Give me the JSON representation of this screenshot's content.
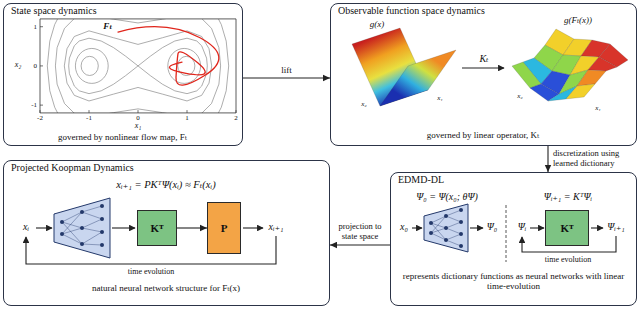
{
  "diagram": {
    "nodes": [
      {
        "text": [
          "State space dynamics",
          "governed by nonlinear flow map, Fₜ"
        ]
      },
      {
        "text": [
          "Observable function space dynamics",
          "governed by linear operator, Kₜ"
        ]
      },
      {
        "text": [
          "Projected Koopman Dynamics",
          "natural neural network structure for Fₜ(x)"
        ]
      },
      {
        "text": [
          "Kᵀ"
        ],
        "in": 2
      },
      {
        "text": [
          "P"
        ],
        "in": 2
      },
      {
        "text": [
          "EDMD-DL",
          "represents dictionary functions as neural networks with linear time-evolution"
        ]
      },
      {
        "text": [
          "Kᵀ"
        ],
        "in": 5
      }
    ],
    "edges": [
      {
        "from": 0,
        "to": 1,
        "arrow": "to",
        "label": "lift"
      },
      {
        "from": 1,
        "to": 5,
        "arrow": "to",
        "label": "discretization using learned dictionary"
      },
      {
        "from": 5,
        "to": 2,
        "arrow": "to",
        "label": "projection to state space"
      },
      {
        "from": 3,
        "to": 4,
        "arrow": "to"
      }
    ],
    "labels": [
      "Fₜ",
      "-2",
      "-1",
      "0",
      "1",
      "2",
      "1",
      "0",
      "-1",
      "x₁",
      "x₂",
      "g(x)",
      "g(Fₜ(x))",
      "Kₜ",
      "x₁",
      "x₂",
      "x₁",
      "x₂",
      "xᵢ₊₁ = PKᵀΨ(xᵢ) ≈ Fₜ(xᵢ)",
      "xᵢ",
      "xᵢ₊₁",
      "time evolution",
      "Ψ₀ = Ψ(x₀; θΨ)",
      "x₀",
      "Ψ₀",
      "Ψᵢ₊₁ = KᵀΨᵢ",
      "Ψᵢ",
      "Ψᵢ₊₁",
      "time evolution"
    ]
  }
}
